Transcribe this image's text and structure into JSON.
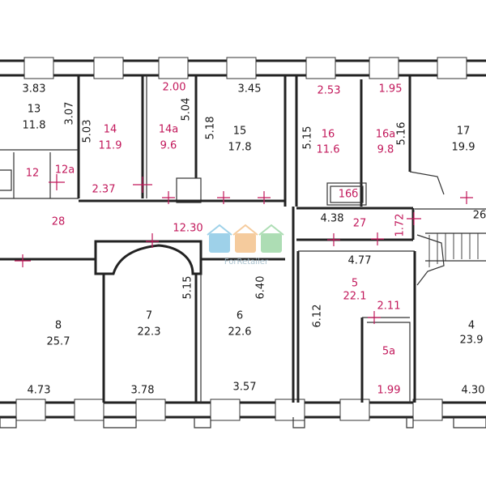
{
  "colors": {
    "wall": "#222222",
    "label_black": "#1a1a1a",
    "label_red": "#c2185b",
    "watermark": "#9bb7c6"
  },
  "watermark": {
    "text": "ForRetailer"
  },
  "labels_black": [
    {
      "id": "r13-dim-top",
      "text": "3.83"
    },
    {
      "id": "r13-num",
      "text": "13"
    },
    {
      "id": "r13-area",
      "text": "11.8"
    },
    {
      "id": "r13-dim-side",
      "text": "3.07"
    },
    {
      "id": "r14-dim-side",
      "text": "5.03"
    },
    {
      "id": "r14a-dim-side",
      "text": "5.04"
    },
    {
      "id": "r15-dim-top",
      "text": "3.45"
    },
    {
      "id": "r15-dim-side",
      "text": "5.18"
    },
    {
      "id": "r15-num",
      "text": "15"
    },
    {
      "id": "r15-area",
      "text": "17.8"
    },
    {
      "id": "r16-dim-side",
      "text": "5.15"
    },
    {
      "id": "r16a-dim-side",
      "text": "5.16"
    },
    {
      "id": "r17-num",
      "text": "17"
    },
    {
      "id": "r17-area",
      "text": "19.9"
    },
    {
      "id": "r27-dim",
      "text": "4.38"
    },
    {
      "id": "r26-num",
      "text": "26"
    },
    {
      "id": "r5-dim-top",
      "text": "4.77"
    },
    {
      "id": "r5-dim-side",
      "text": "6.12"
    },
    {
      "id": "r7-dim-side",
      "text": "5.15"
    },
    {
      "id": "r6-dim-side",
      "text": "6.40"
    },
    {
      "id": "r8-num",
      "text": "8"
    },
    {
      "id": "r8-area",
      "text": "25.7"
    },
    {
      "id": "r7-num",
      "text": "7"
    },
    {
      "id": "r7-area",
      "text": "22.3"
    },
    {
      "id": "r6-num",
      "text": "6"
    },
    {
      "id": "r6-area",
      "text": "22.6"
    },
    {
      "id": "r4-num",
      "text": "4"
    },
    {
      "id": "r4-area",
      "text": "23.9"
    },
    {
      "id": "r8-dim-bottom",
      "text": "4.73"
    },
    {
      "id": "r7-dim-bottom",
      "text": "3.78"
    },
    {
      "id": "r6-dim-bottom",
      "text": "3.57"
    },
    {
      "id": "r4-dim-bottom",
      "text": "4.30"
    }
  ],
  "labels_red": [
    {
      "id": "r14a-dim-top",
      "text": "2.00"
    },
    {
      "id": "r16-dim-top",
      "text": "2.53"
    },
    {
      "id": "r16a-dim-top",
      "text": "1.95"
    },
    {
      "id": "r14-num",
      "text": "14"
    },
    {
      "id": "r14-area",
      "text": "11.9"
    },
    {
      "id": "r14a-num",
      "text": "14a"
    },
    {
      "id": "r14a-area",
      "text": "9.6"
    },
    {
      "id": "r16-num",
      "text": "16"
    },
    {
      "id": "r16-area",
      "text": "11.6"
    },
    {
      "id": "r16a-num",
      "text": "16a"
    },
    {
      "id": "r16a-area",
      "text": "9.8"
    },
    {
      "id": "r12-num",
      "text": "12"
    },
    {
      "id": "r12a-num",
      "text": "12a"
    },
    {
      "id": "r14-dim-bottom",
      "text": "2.37"
    },
    {
      "id": "r16b-num",
      "text": "16б"
    },
    {
      "id": "r28-num",
      "text": "28"
    },
    {
      "id": "r28-dim",
      "text": "12.30"
    },
    {
      "id": "r27-num",
      "text": "27"
    },
    {
      "id": "r27-dim-side",
      "text": "1.72"
    },
    {
      "id": "r5-num",
      "text": "5"
    },
    {
      "id": "r5-area",
      "text": "22.1"
    },
    {
      "id": "r5a-dim-top",
      "text": "2.11"
    },
    {
      "id": "r5a-num",
      "text": "5a"
    },
    {
      "id": "r5a-dim-bottom",
      "text": "1.99"
    }
  ]
}
